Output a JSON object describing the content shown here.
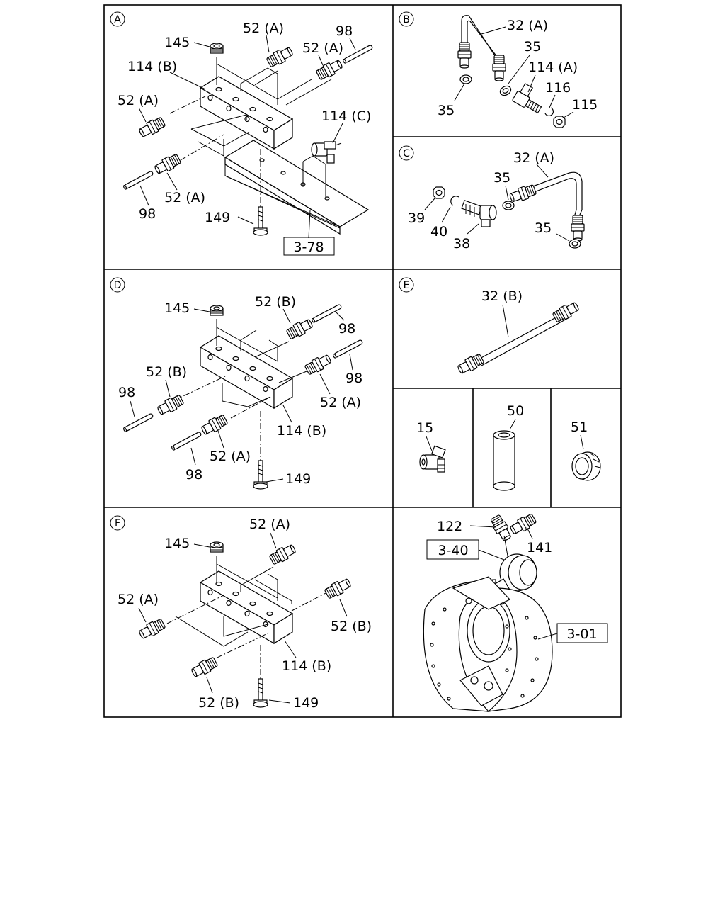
{
  "panels": {
    "A": {
      "letter": "A",
      "labels": {
        "n145": "145",
        "n52a_1": "52 (A)",
        "n52a_2": "52 (A)",
        "n98_top": "98",
        "n114b": "114 (B)",
        "n52a_3": "52 (A)",
        "n114c": "114 (C)",
        "n52a_4": "52 (A)",
        "n98_bot": "98",
        "n149": "149"
      },
      "ref": "3-78"
    },
    "B": {
      "letter": "B",
      "labels": {
        "n32a": "32 (A)",
        "n35_top": "35",
        "n114a": "114 (A)",
        "n116": "116",
        "n115": "115",
        "n35_left": "35"
      }
    },
    "C": {
      "letter": "C",
      "labels": {
        "n32a": "32 (A)",
        "n35_top": "35",
        "n39": "39",
        "n40": "40",
        "n38": "38",
        "n35_right": "35"
      }
    },
    "D": {
      "letter": "D",
      "labels": {
        "n145": "145",
        "n52b_top": "52 (B)",
        "n98_r1": "98",
        "n98_r2": "98",
        "n52b_left": "52 (B)",
        "n98_left": "98",
        "n52a_right": "52 (A)",
        "n114b": "114 (B)",
        "n52a_bot": "52 (A)",
        "n98_bot": "98",
        "n149": "149"
      }
    },
    "E": {
      "letter": "E",
      "labels": {
        "n32b": "32 (B)"
      }
    },
    "P15": {
      "label": "15"
    },
    "P50": {
      "label": "50"
    },
    "P51": {
      "label": "51"
    },
    "F": {
      "letter": "F",
      "labels": {
        "n52a_top": "52 (A)",
        "n145": "145",
        "n52a_left": "52 (A)",
        "n52b_right": "52 (B)",
        "n114b": "114 (B)",
        "n52b_bot": "52 (B)",
        "n149": "149"
      }
    },
    "G": {
      "labels": {
        "n122": "122",
        "n141": "141"
      },
      "ref_top": "3-40",
      "ref_right": "3-01"
    }
  },
  "icons": [
    "fitting-icon",
    "tube-icon",
    "junction-block-icon",
    "bolt-icon",
    "hose-icon",
    "washer-icon",
    "nut-icon",
    "elbow-connector-icon",
    "brake-drum-icon",
    "bracket-icon"
  ]
}
